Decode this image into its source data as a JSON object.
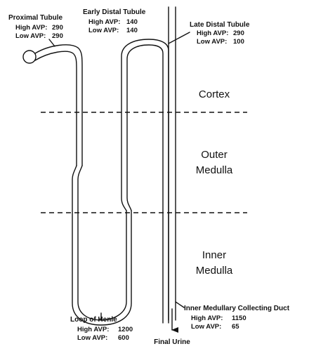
{
  "proximal_tubule": {
    "title": "Proximal Tubule",
    "high_label": "High AVP:",
    "high_value": "290",
    "low_label": "Low AVP:",
    "low_value": "290"
  },
  "early_distal_tubule": {
    "title": "Early Distal Tubule",
    "high_label": "High AVP:",
    "high_value": "140",
    "low_label": "Low AVP:",
    "low_value": "140"
  },
  "late_distal_tubule": {
    "title": "Late Distal Tubule",
    "high_label": "High AVP:",
    "high_value": "290",
    "low_label": "Low AVP:",
    "low_value": "100"
  },
  "loop_of_henle": {
    "title": "Loop of Henle",
    "high_label": "High AVP:",
    "high_value": "1200",
    "low_label": "Low AVP:",
    "low_value": "600"
  },
  "inner_medullary_collecting_duct": {
    "title": "Inner Medullary Collecting Duct",
    "high_label": "High AVP:",
    "high_value": "1150",
    "low_label": "Low AVP:",
    "low_value": "65"
  },
  "regions": {
    "cortex": "Cortex",
    "outer_medulla_1": "Outer",
    "outer_medulla_2": "Medulla",
    "inner_medulla_1": "Inner",
    "inner_medulla_2": "Medulla"
  },
  "final_urine": "Final Urine"
}
